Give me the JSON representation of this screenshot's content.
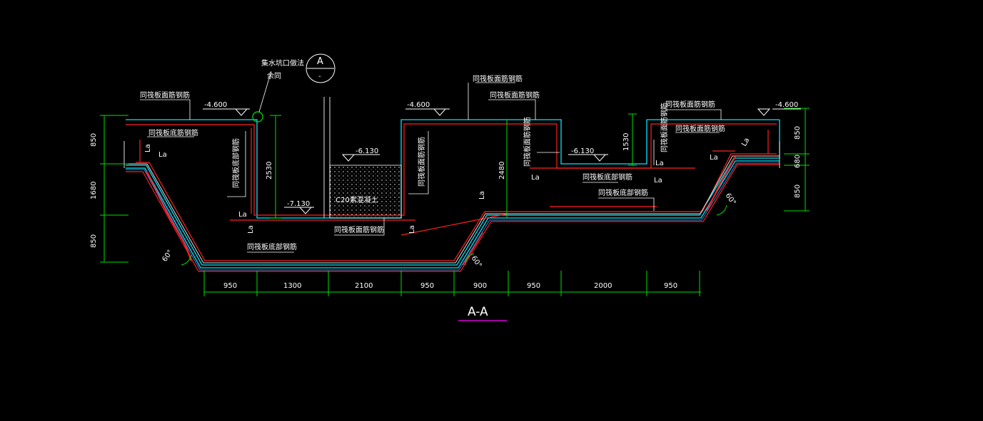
{
  "section_title": "A-A",
  "section_marker": {
    "top": "A",
    "bottom": "-"
  },
  "callout_note_line1": "集水坑口做法",
  "callout_note_line2": "余同",
  "elevations": {
    "left_top": "-4.600",
    "middle_top": "-4.600",
    "right_top": "-4.600",
    "pit_bottom": "-7.130",
    "fill_top": "-6.130",
    "step_level": "-6.130"
  },
  "material_label": "C20素混凝土",
  "rebar_labels": {
    "top_left": "同筏板面筋钢筋",
    "bottom_left_upper": "同筏板底筋钢筋",
    "wall_left": "同筏板底部钢筋",
    "wall_inner": "同筏板面筋钢筋",
    "bottom_center": "同筏板面筋钢筋",
    "bottom_long": "同筏板底部钢筋",
    "top_middle_1": "同筏板面筋钢筋",
    "top_middle_2": "同筏板面筋钢筋",
    "wall_right_1": "同筏板面筋钢筋",
    "step_bottom_1": "同筏板底部钢筋",
    "step_bottom_2": "同筏板底部钢筋",
    "top_right": "同筏板面筋钢筋",
    "top_right_2": "同筏板面筋钢筋",
    "wall_right_2": "同筏板面筋钢筋"
  },
  "anchor_label": "La",
  "angle_label": "60°",
  "dim_vertical_left": [
    "850",
    "1680",
    "850"
  ],
  "dim_vertical_right": [
    "850",
    "680",
    "850"
  ],
  "dim_depth_left": "2530",
  "dim_depth_mid": "2480",
  "dim_depth_right": "1530",
  "dim_horizontal": [
    "950",
    "1300",
    "2100",
    "950",
    "900",
    "950",
    "2000",
    "950"
  ]
}
